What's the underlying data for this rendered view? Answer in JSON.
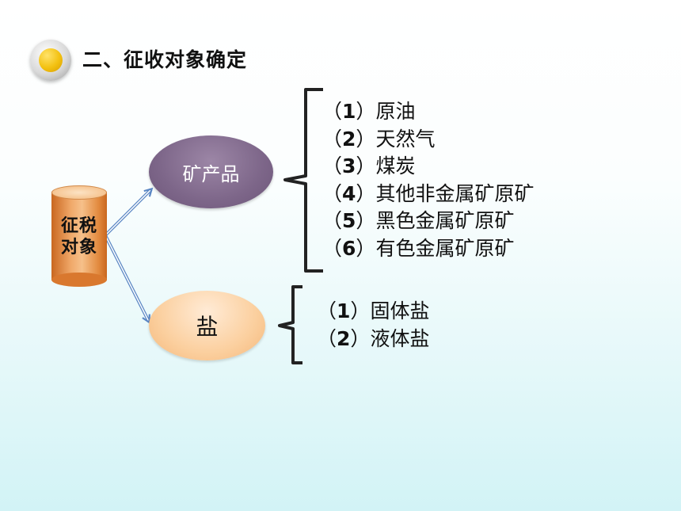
{
  "title": "二、征收对象确定",
  "root": {
    "label_line1": "征税",
    "label_line2": "对象"
  },
  "branch_mineral": {
    "label": "矿产品",
    "items": [
      {
        "num": "1",
        "text": "原油"
      },
      {
        "num": "2",
        "text": "天然气"
      },
      {
        "num": "3",
        "text": "煤炭"
      },
      {
        "num": "4",
        "text": "其他非金属矿原矿"
      },
      {
        "num": "5",
        "text": "黑色金属矿原矿"
      },
      {
        "num": "6",
        "text": "有色金属矿原矿"
      }
    ]
  },
  "branch_salt": {
    "label": "盐",
    "items": [
      {
        "num": "1",
        "text": "固体盐"
      },
      {
        "num": "2",
        "text": "液体盐"
      }
    ]
  },
  "colors": {
    "mineral_node": "#7d6689",
    "salt_node": "#fbcf9e",
    "can": "#f0a869",
    "arrow": "#5b87c4",
    "icon_gold": "#f3c111"
  }
}
